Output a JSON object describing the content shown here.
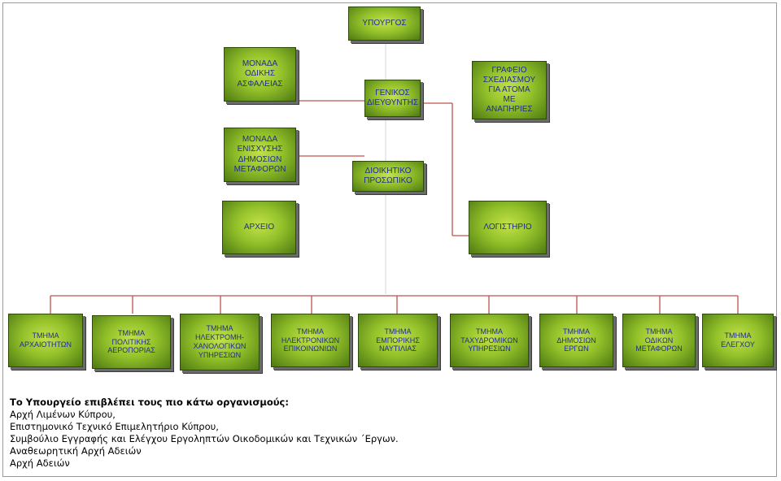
{
  "minister": "ΥΠΟΥΡΓΟΣ",
  "director_general": "ΓΕΝΙΚΟΣ\nΔΙΕΥΘΥΝΤΗΣ",
  "admin_staff": "ΔΙΟΙΚΗΤΙΚΟ\nΠΡΟΣΩΠΙΚΟ",
  "road_safety_unit": "ΜΟΝΑΔΑ\nΟΔΙΚΗΣ\nΑΣΦΑΛΕΙΑΣ",
  "public_transport_unit": "ΜΟΝΑΔΑ\nΕΝΙΣΧΥΣΗΣ\nΔΗΜΟΣΙΩΝ\nΜΕΤΑΦΟΡΩΝ",
  "archive": "ΑΡΧΕΙΟ",
  "disability_planning_office": "ΓΡΑΦΕΙΟ\nΣΧΕΔΙΑΣΜΟΥ\nΓΙΑ ΑΤΟΜΑ\nΜΕ\nΑΝΑΠΗΡΙΕΣ",
  "accounting": "ΛΟΓΙΣΤΗΡΙΟ",
  "departments": [
    "ΤΜΗΜΑ\nΑΡΧΑΙΟΤΗΤΩΝ",
    "ΤΜΗΜΑ\nΠΟΛΙΤΙΚΗΣ\nΑΕΡΟΠΟΡΙΑΣ",
    "ΤΜΗΜΑ\nΗΛΕΚΤΡΟΜΗ-\nΧΑΝΟΛΟΓΙΚΩΝ\nΥΠΗΡΕΣΙΩΝ",
    "ΤΜΗΜΑ\nΗΛΕΚΤΡΟΝΙΚΩΝ\nΕΠΙΚΟΙΝΩΝΙΩΝ",
    "ΤΜΗΜΑ\nΕΜΠΟΡΙΚΗΣ\nΝΑΥΤΙΛΙΑΣ",
    "ΤΜΗΜΑ\nΤΑΧΥΔΡΟΜΙΚΩΝ\nΥΠΗΡΕΣΙΩΝ",
    "ΤΜΗΜΑ\nΔΗΜΟΣΙΩΝ\nΕΡΓΩΝ",
    "ΤΜΗΜΑ\nΟΔΙΚΩΝ\nΜΕΤΑΦΟΡΩΝ",
    "ΤΜΗΜΑ\nΕΛΕΓΧΟΥ"
  ],
  "colors": {
    "box_text": "#1e2d8c",
    "connector": "#c0504d",
    "box_fill": "#93c12a"
  },
  "notes": {
    "heading": "Το Υπουργείο επιβλέπει τους πιο κάτω οργανισμούς:",
    "items": [
      "Αρχή Λιμένων Κύπρου,",
      "Επιστημονικό Τεχνικό Επιμελητήριο Κύπρου,",
      "Συμβούλιο Εγγραφής και Ελέγχου Εργοληπτών Οικοδομικών και Τεχνικών  ΄Εργων.",
      "Αναθεωρητική Αρχή Αδειών",
      "Αρχή Αδειών"
    ]
  }
}
